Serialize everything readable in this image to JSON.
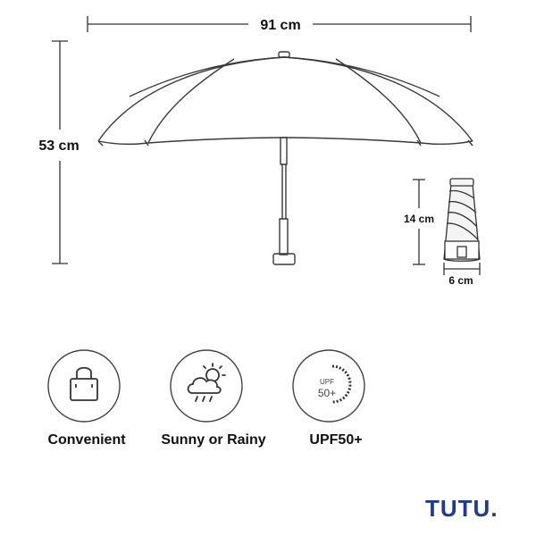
{
  "dimensions": {
    "width_label": "91 cm",
    "height_label": "53 cm",
    "folded_height_label": "14 cm",
    "folded_width_label": "6 cm"
  },
  "features": [
    {
      "icon": "bag-icon",
      "label": "Convenient"
    },
    {
      "icon": "sun-cloud-rain-icon",
      "label": "Sunny or Rainy"
    },
    {
      "icon": "upf-shield-icon",
      "label": "UPF50+",
      "badge_top": "UPF",
      "badge_bottom": "50+"
    }
  ],
  "brand": "TUTU.",
  "colors": {
    "brand": "#1f3b8f",
    "lines": "#333333",
    "text": "#111111"
  }
}
